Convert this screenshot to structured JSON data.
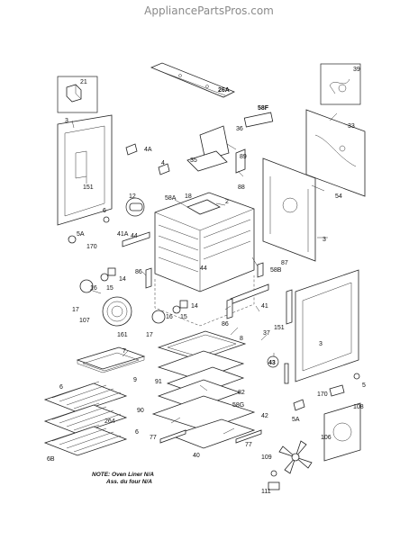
{
  "header": {
    "site": "AppliancePartsPros.com"
  },
  "labels": {
    "p3a": "3",
    "p21": "21",
    "p26A": "26A",
    "p39": "39",
    "p58F": "58F",
    "p33": "33",
    "p36": "36",
    "p4A": "4A",
    "p89": "89",
    "p4": "4",
    "p35": "35",
    "p88": "88",
    "p151a": "151",
    "p54": "54",
    "p12": "12",
    "p18": "18",
    "p58A": "58A",
    "p2": "2",
    "p3b": "3",
    "p6a": "6",
    "p5Aa": "5A",
    "p41A": "41A",
    "p44a": "44",
    "p170a": "170",
    "p87": "87",
    "p58B": "58B",
    "p86a": "86",
    "p44b": "44",
    "p16a": "16",
    "p15a": "15",
    "p14a": "14",
    "p17a": "17",
    "p107": "107",
    "p161": "161",
    "p16b": "16",
    "p15b": "15",
    "p14b": "14",
    "p17b": "17",
    "p41": "41",
    "p86b": "86",
    "p151b": "151",
    "p37": "37",
    "p8": "8",
    "p3c": "3",
    "p43": "43",
    "p7": "7",
    "p9": "9",
    "p91": "91",
    "p82": "82",
    "p58G": "58G",
    "p90": "90",
    "p42": "42",
    "p264": "264",
    "p6b": "6",
    "p6c": "6",
    "p6B": "6B",
    "p77a": "77",
    "p40": "40",
    "p77b": "77",
    "p5": "5",
    "p170b": "170",
    "p5Ab": "5A",
    "p108": "108",
    "p106": "106",
    "p109": "109",
    "p111": "111"
  },
  "notes": {
    "line1": "NOTE: Oven Liner N/A",
    "line2": "Ass. du four N/A"
  }
}
